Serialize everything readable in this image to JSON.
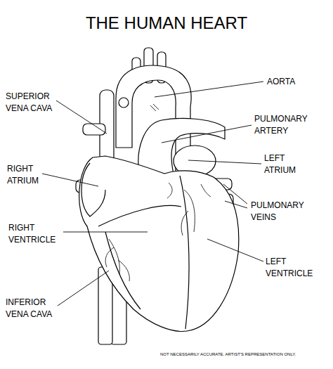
{
  "diagram": {
    "title": "THE HUMAN HEART",
    "labels": [
      "AORTA",
      "SUPERIOR VENA CAVA",
      "PULMONARY ARTERY",
      "LEFT ATRIUM",
      "RIGHT ATRIUM",
      "PULMONARY VEINS",
      "RIGHT VENTRICLE",
      "LEFT VENTRICLE",
      "INFERIOR VENA CAVA",
      "NOT NECESSARILY ACCURATE. ARTIST'S REPRESENTATION ONLY."
    ]
  }
}
